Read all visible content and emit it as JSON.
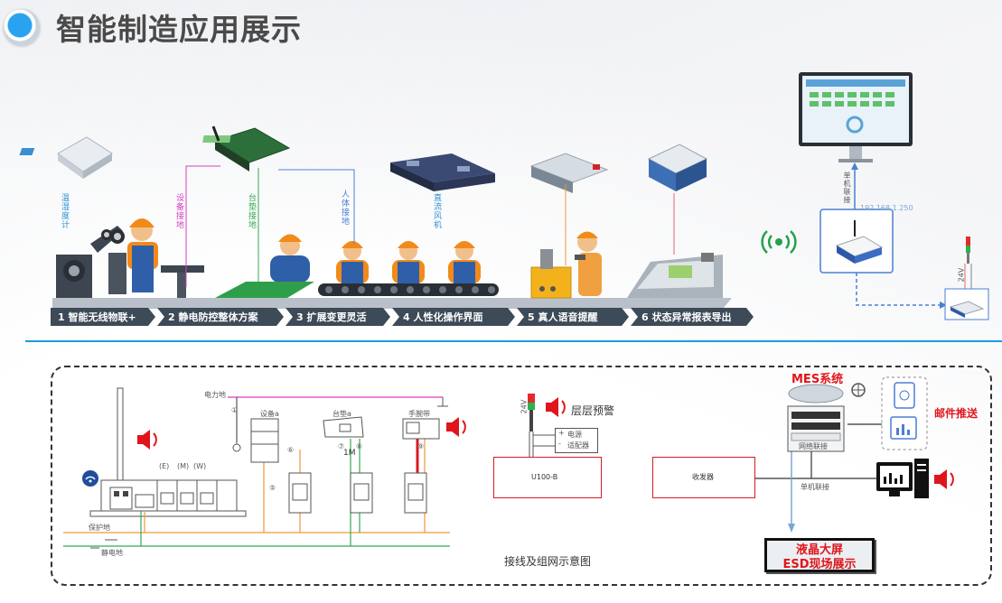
{
  "header": {
    "title": "智能制造应用展示"
  },
  "stages": [
    {
      "label": "1 智能无线物联+"
    },
    {
      "label": "2 静电防控整体方案"
    },
    {
      "label": "3 扩展变更灵活"
    },
    {
      "label": "4 人性化操作界面"
    },
    {
      "label": "5 真人语音提醒"
    },
    {
      "label": "6 状态异常报表导出"
    }
  ],
  "callouts": {
    "temp_humidity": "温湿度计",
    "equipment_ground": "设备接地",
    "mat_ground": "台垫接地",
    "body_ground": "人体接地",
    "dc_fan": "直流风机"
  },
  "network": {
    "standalone_link": "单机联接",
    "ip": "192.168.1.250",
    "voltage": "24V"
  },
  "wiring": {
    "power_ground": "电力地",
    "device_a": "设备a",
    "mat_a": "台垫a",
    "wrist_strap": "手腕带",
    "protect_ground": "保护地",
    "static_ground": "静电地",
    "resistor": "1M",
    "ports": [
      "(E)",
      "(M)",
      "(W)"
    ],
    "circle_nums": [
      "①",
      "⑤",
      "⑥",
      "⑦",
      "⑧",
      "⑨"
    ]
  },
  "alarm": {
    "tower_label": "层层预警",
    "voltage": "24V",
    "adapter_plus": "+",
    "adapter_minus": "-",
    "adapter_line1": "电源",
    "adapter_line2": "适配器",
    "controller": "U100-B",
    "transceiver": "收发器"
  },
  "mes": {
    "title": "MES系统",
    "network_link": "网络联接",
    "standalone_link": "单机联接",
    "email": "邮件推送"
  },
  "lcd": {
    "line1": "液晶大屏",
    "line2": "ESD现场展示"
  },
  "caption": "接线及组网示意图",
  "colors": {
    "accent": "#1c9be3",
    "alert_red": "#e0151b",
    "magenta": "#d63fbf",
    "green": "#34a853",
    "blue_line": "#4a7fd4",
    "orange": "#f0963a",
    "stage_bg": "#3d4a57"
  }
}
